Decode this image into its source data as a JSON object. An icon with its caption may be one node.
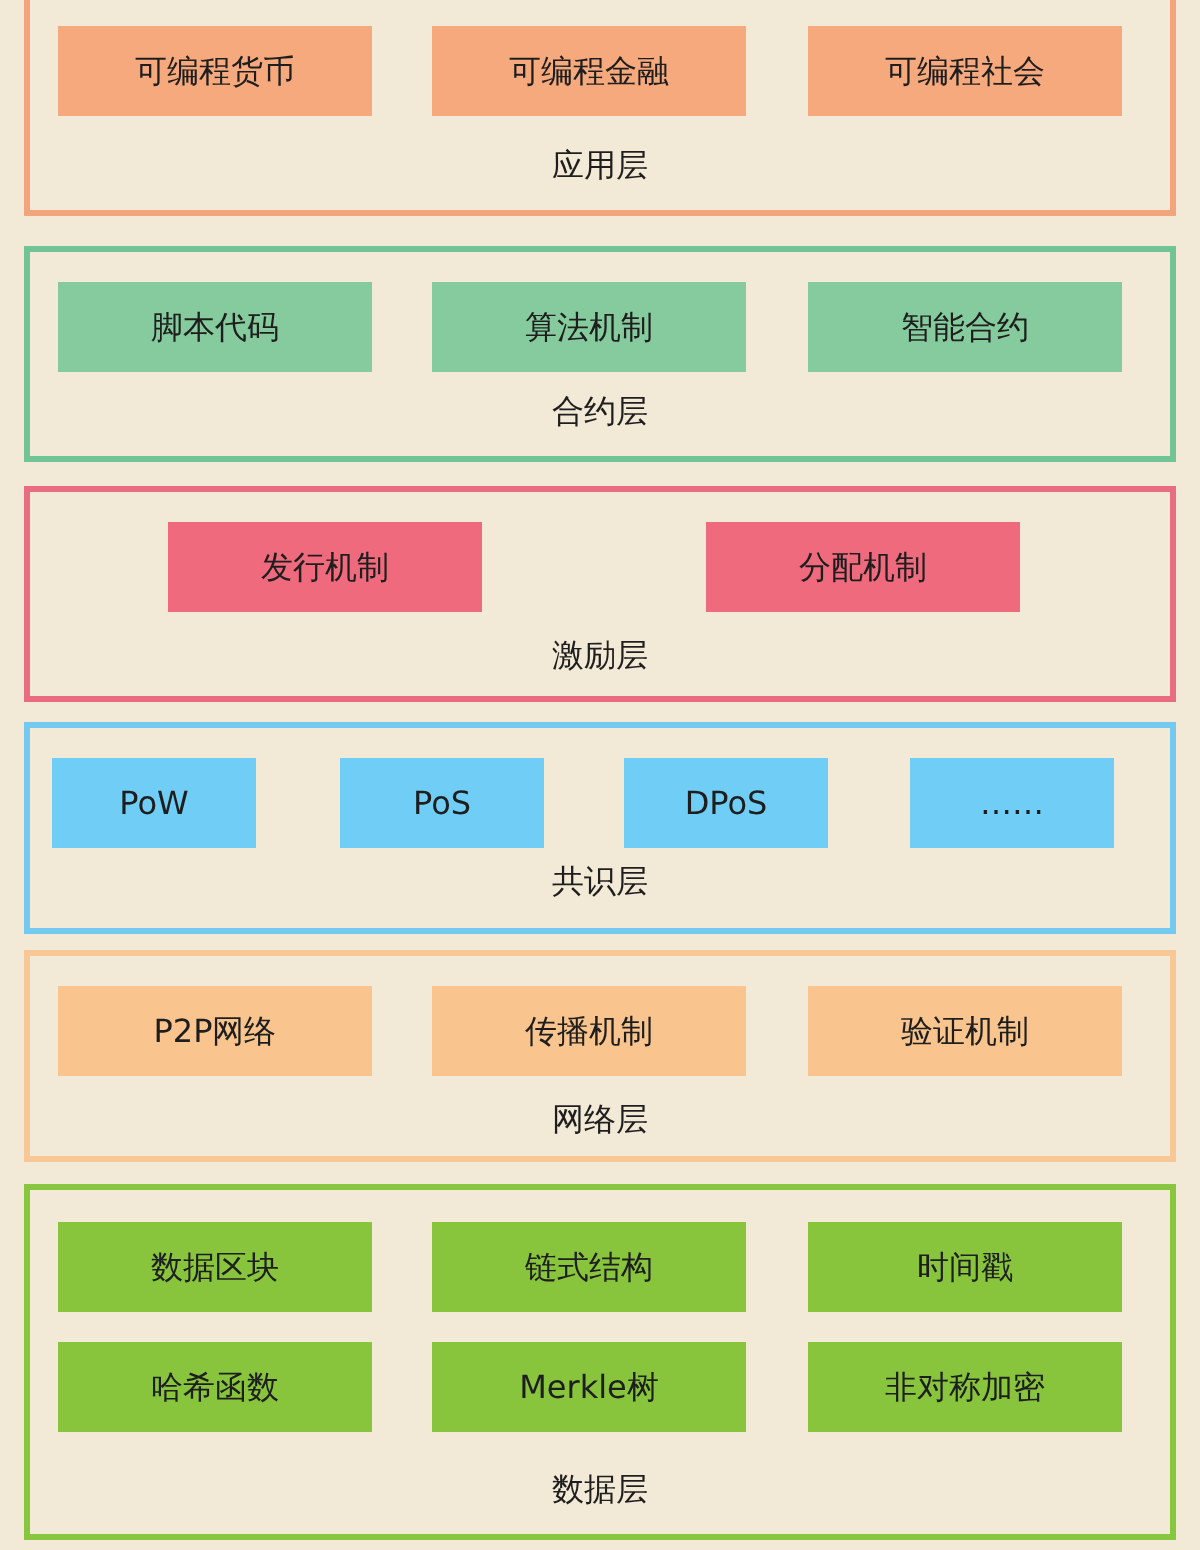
{
  "diagram": {
    "nodes": [
      {
        "text": [
          "应用层"
        ]
      },
      {
        "text": [
          "可编程货币"
        ],
        "in": 0
      },
      {
        "text": [
          "可编程金融"
        ],
        "in": 0
      },
      {
        "text": [
          "可编程社会"
        ],
        "in": 0
      },
      {
        "text": [
          "合约层"
        ]
      },
      {
        "text": [
          "脚本代码"
        ],
        "in": 4
      },
      {
        "text": [
          "算法机制"
        ],
        "in": 4
      },
      {
        "text": [
          "智能合约"
        ],
        "in": 4
      },
      {
        "text": [
          "激励层"
        ]
      },
      {
        "text": [
          "发行机制"
        ],
        "in": 8
      },
      {
        "text": [
          "分配机制"
        ],
        "in": 8
      },
      {
        "text": [
          "共识层"
        ]
      },
      {
        "text": [
          "PoW"
        ],
        "in": 11
      },
      {
        "text": [
          "PoS"
        ],
        "in": 11
      },
      {
        "text": [
          "DPoS"
        ],
        "in": 11
      },
      {
        "text": [
          "……"
        ],
        "in": 11
      },
      {
        "text": [
          "网络层"
        ]
      },
      {
        "text": [
          "P2P网络"
        ],
        "in": 16
      },
      {
        "text": [
          "传播机制"
        ],
        "in": 16
      },
      {
        "text": [
          "验证机制"
        ],
        "in": 16
      },
      {
        "text": [
          "数据层"
        ]
      },
      {
        "text": [
          "数据区块"
        ],
        "in": 20
      },
      {
        "text": [
          "链式结构"
        ],
        "in": 20
      },
      {
        "text": [
          "时间戳"
        ],
        "in": 20
      },
      {
        "text": [
          "哈希函数"
        ],
        "in": 20
      },
      {
        "text": [
          "Merkle树"
        ],
        "in": 20
      },
      {
        "text": [
          "非对称加密"
        ],
        "in": 20
      }
    ]
  }
}
